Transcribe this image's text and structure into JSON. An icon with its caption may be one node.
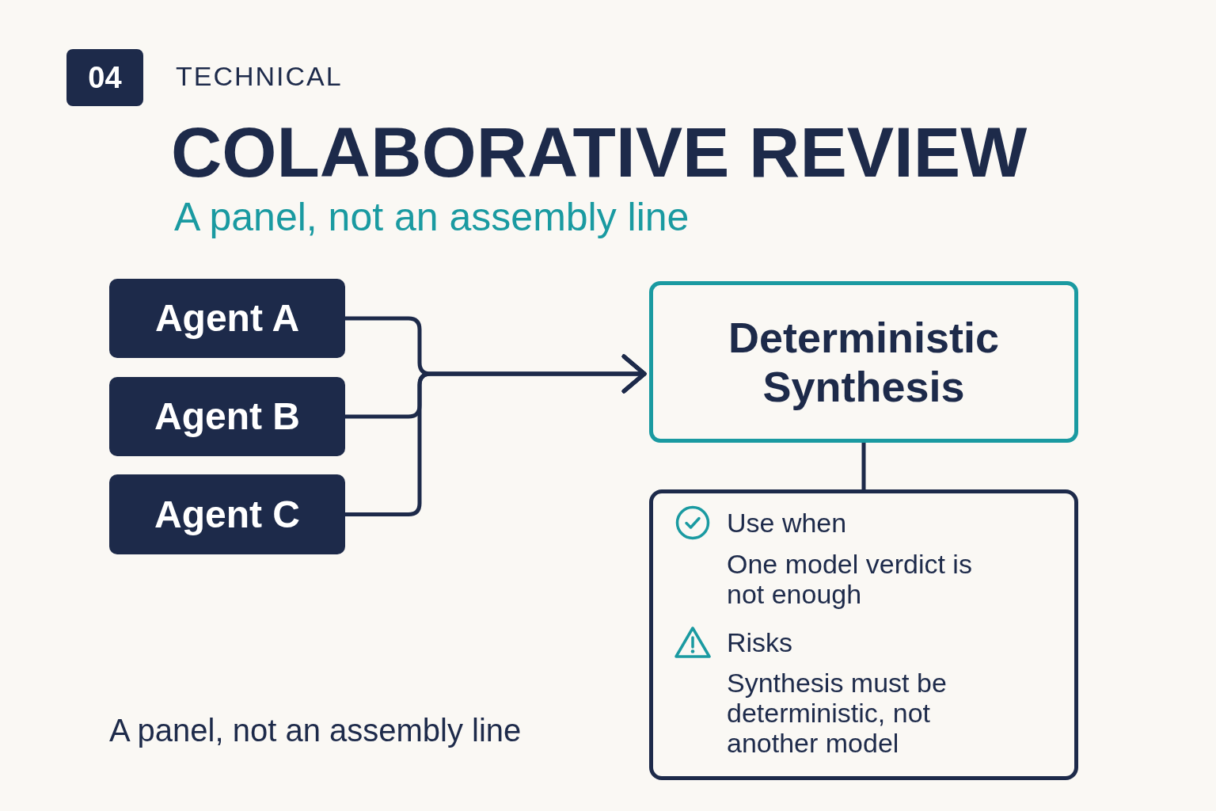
{
  "diagram": {
    "title": "COLABORATIVE REVIEW",
    "caption": "A panel, not an assembly line",
    "nodes": [
      {
        "text": [
          "04"
        ]
      },
      {
        "text": [
          "Agent A"
        ]
      },
      {
        "text": [
          "Agent B"
        ]
      },
      {
        "text": [
          "Agent C"
        ]
      },
      {
        "text": [
          "Deterministic Synthesis"
        ]
      },
      {
        "text": [
          "Use when",
          "One model verdict is not enough",
          "Risks",
          "Synthesis must be deterministic, not another model"
        ]
      }
    ],
    "edges": [
      {
        "from": 1,
        "to": 4,
        "arrow": "to"
      },
      {
        "from": 2,
        "to": 4,
        "arrow": "to"
      },
      {
        "from": 3,
        "to": 4,
        "arrow": "to"
      },
      {
        "from": 4,
        "to": 5,
        "arrow": "none"
      }
    ],
    "labels": [
      "TECHNICAL",
      "A panel, not an assembly line"
    ]
  }
}
